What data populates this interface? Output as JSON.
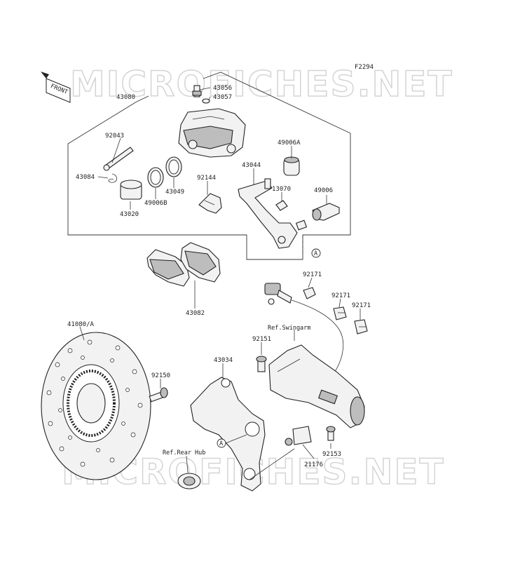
{
  "figure_code": "F2294",
  "watermark": "MICROFICHES.NET",
  "front_label": "FRONT",
  "callouts": {
    "p43080": "43080",
    "p43056": "43056",
    "p43057": "43057",
    "p92043": "92043",
    "p43084": "43084",
    "p43049": "43049",
    "p49006B": "49006B",
    "p43020": "43020",
    "p92144": "92144",
    "p43044": "43044",
    "p49006A": "49006A",
    "p13070": "13070",
    "p49006": "49006",
    "p43082": "43082",
    "p92171a": "92171",
    "p92171b": "92171",
    "p92171c": "92171",
    "p41080A": "41080/A",
    "p92151": "92151",
    "p43034": "43034",
    "p92150": "92150",
    "p92153": "92153",
    "p21176": "21176"
  },
  "refs": {
    "swingarm": "Ref.Swingarm",
    "rear_hub": "Ref.Rear Hub"
  },
  "markers": {
    "a1": "A",
    "a2": "A"
  },
  "colors": {
    "line": "#222222",
    "watermark": "#d4d4d4"
  }
}
